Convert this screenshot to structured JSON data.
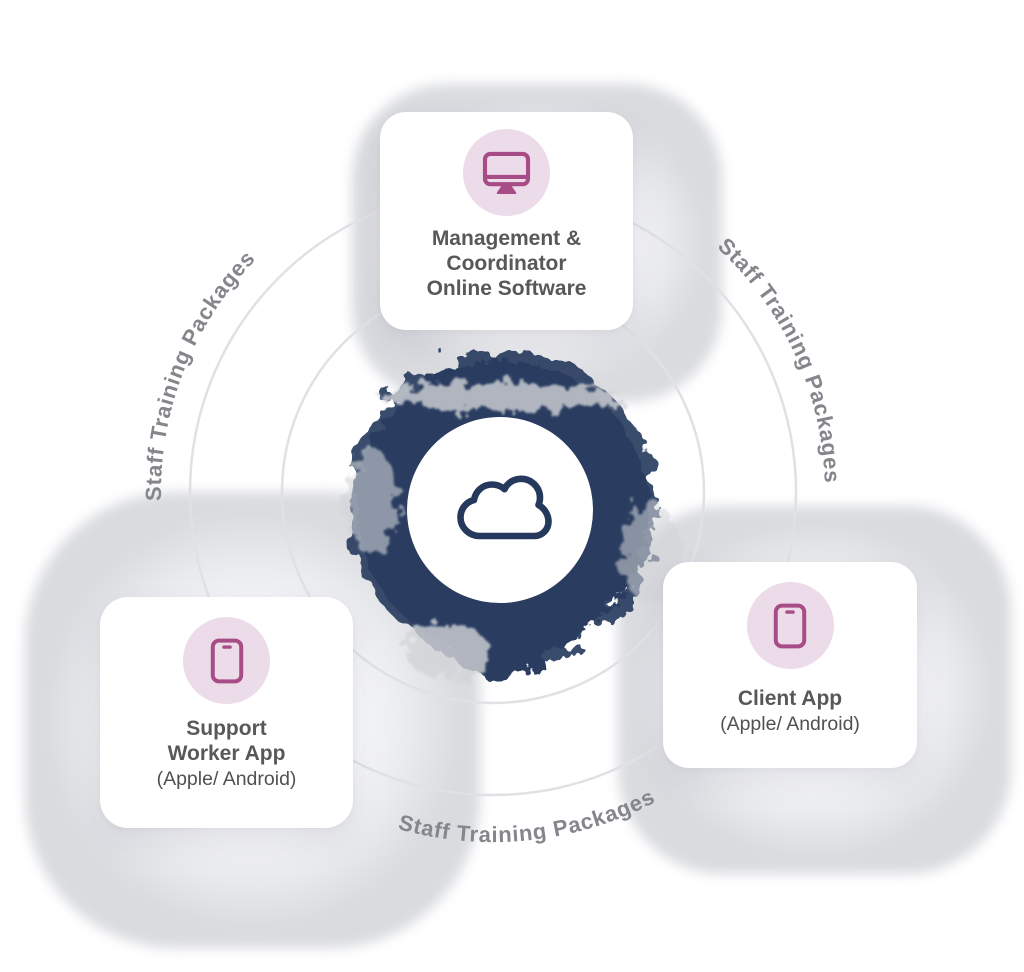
{
  "labels": {
    "arc_top_left": "Staff Training Packages",
    "arc_top_right": "Staff Training Packages",
    "arc_bottom": "Staff Training Packages"
  },
  "cards": {
    "management": {
      "icon": "desktop-monitor-icon",
      "line1": "Management &",
      "line2": "Coordinator",
      "line3": "Online Software"
    },
    "support_worker": {
      "icon": "smartphone-icon",
      "line1": "Support",
      "line2": "Worker App",
      "subtitle": "(Apple/ Android)"
    },
    "client": {
      "icon": "smartphone-icon",
      "title": "Client App",
      "subtitle": "(Apple/ Android)"
    }
  },
  "center": {
    "icon": "cloud-icon"
  },
  "colors": {
    "navy": "#2b3e61",
    "navy-cloud": "#24395c",
    "accent": "#a74c86",
    "pink-bg": "#ecdbe8",
    "title-text": "#58585b",
    "subtitle-text": "#515154",
    "arc-text": "#85868c",
    "ring": "#e0e1e4",
    "smudge-gray": "#d2d4d8",
    "platform-edge": "#d9dbdf",
    "platform-mid": "#e9eaed",
    "platform-inner": "#f4f5f7",
    "card-bg": "#ffffff"
  }
}
